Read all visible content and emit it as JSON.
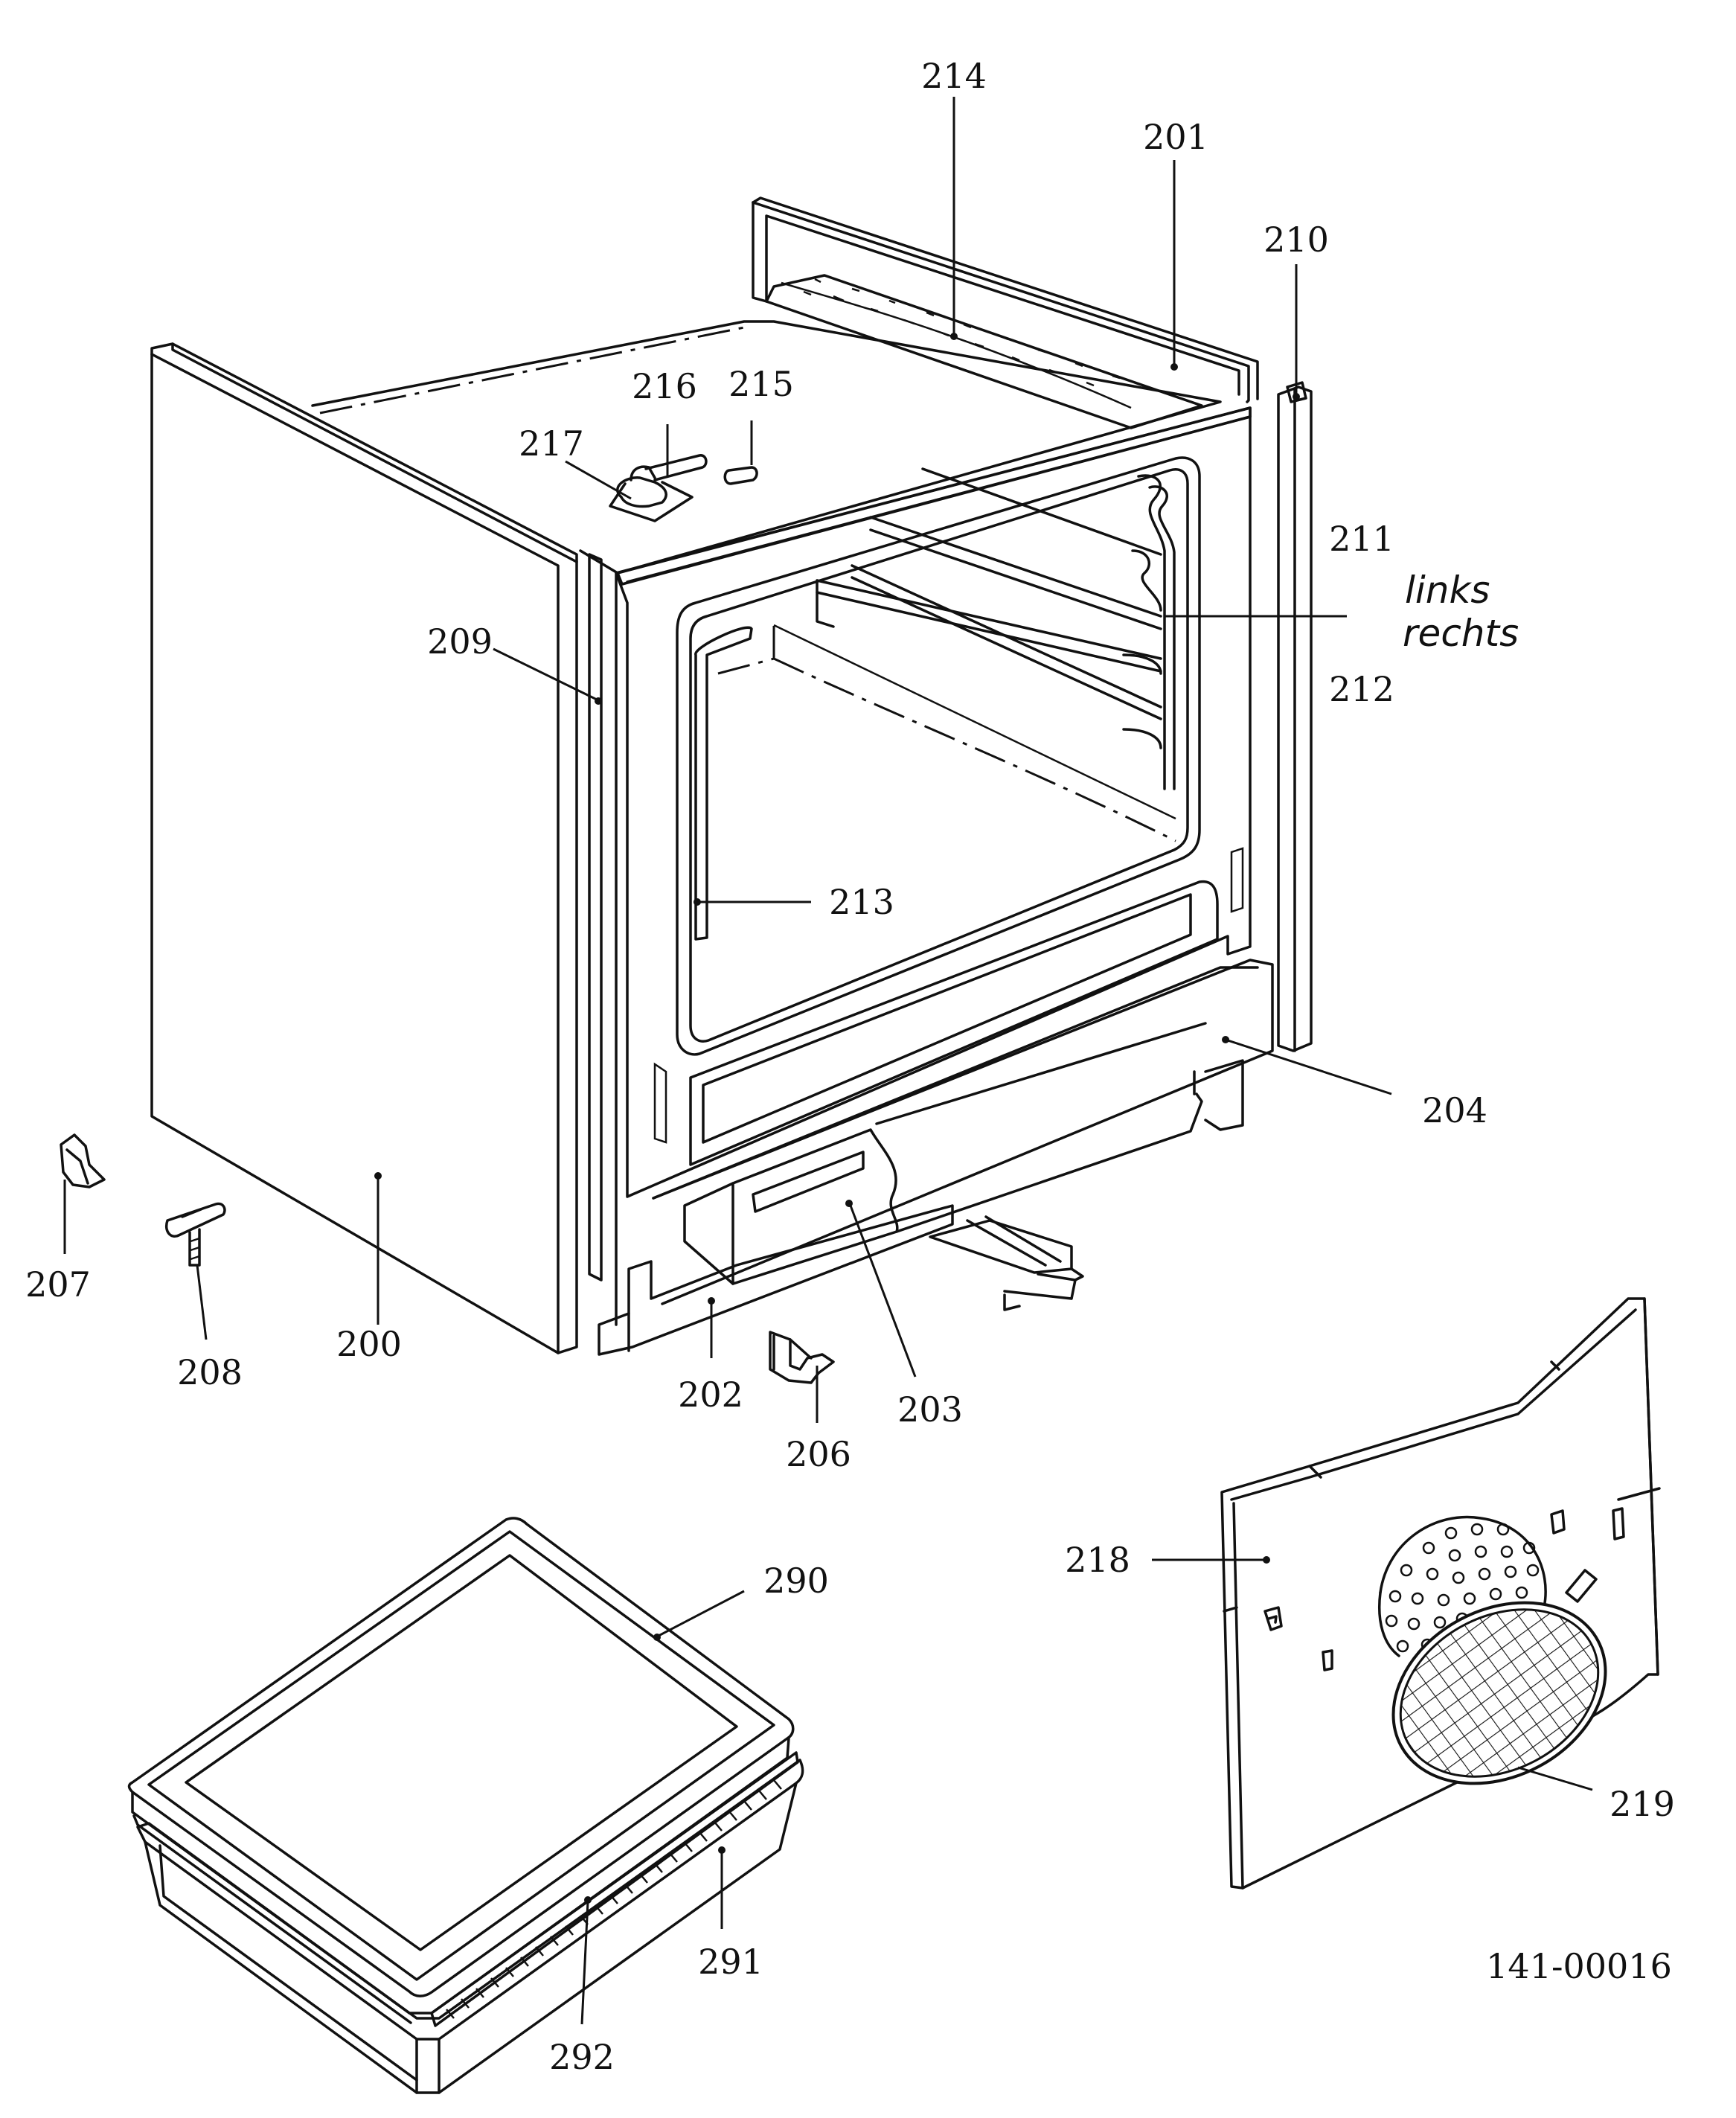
{
  "callouts": {
    "c200": "200",
    "c201": "201",
    "c202": "202",
    "c203": "203",
    "c204": "204",
    "c206": "206",
    "c207": "207",
    "c208": "208",
    "c209": "209",
    "c210": "210",
    "c211": "211",
    "c212": "212",
    "c213": "213",
    "c214": "214",
    "c215": "215",
    "c216": "216",
    "c217": "217",
    "c218": "218",
    "c219": "219",
    "c290": "290",
    "c291": "291",
    "c292": "292"
  },
  "side_notes": {
    "links": "links",
    "rechts": "rechts"
  },
  "drawing_number": "141-00016"
}
